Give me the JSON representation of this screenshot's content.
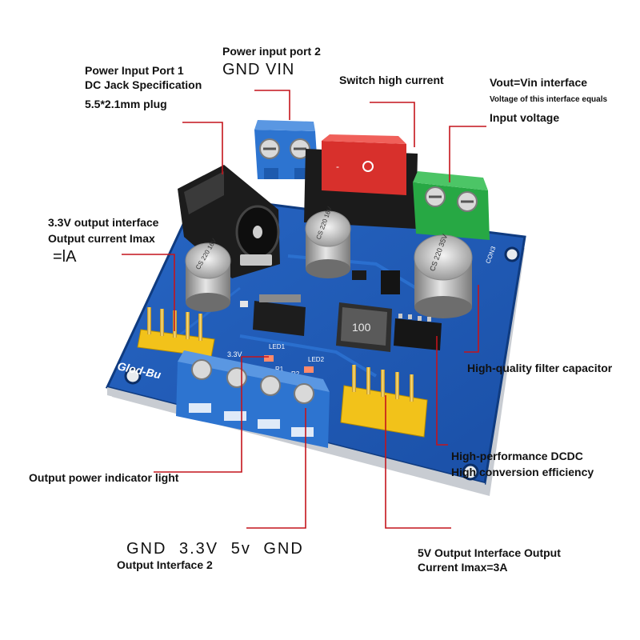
{
  "labels": {
    "port1_title": "Power Input Port 1",
    "port1_spec": "DC Jack Specification",
    "port1_plug": "5.5*2.1mm plug",
    "port2_title": "Power input port 2",
    "port2_pins": "GND VIN",
    "switch": "Switch high current",
    "vout_title": "Vout=Vin interface",
    "vout_note": "Voltage of this interface equals",
    "vout_input": "Input voltage",
    "out33_title": "3.3V output interface",
    "out33_current": "Output current Imax",
    "out33_value": "=lA",
    "filter_cap": "High-quality filter capacitor",
    "dcdc_title": "High-performance DCDC",
    "dcdc_eff": "High conversion efficiency",
    "indicator": "Output power indicator light",
    "out2_pins": "GND 3.3V 5v GND",
    "out2_title": "Output Interface 2",
    "out5v_title": "5V Output Interface Output",
    "out5v_current": "Current Imax=3A"
  },
  "board": {
    "brand": "Glod-Bu",
    "silk_33": "3.3V",
    "silk_led1": "LED1",
    "silk_led2": "LED2",
    "silk_r1": "R1",
    "silk_r2": "R2",
    "cap_left": "CS 220 16V",
    "cap_mid": "CS 220 16V",
    "cap_right": "CS 220 35V",
    "inductor": "100",
    "con3": "CON3"
  },
  "colors": {
    "pcb": "#1e5bb8",
    "pcb_dark": "#174a9c",
    "terminal_blue": "#2d74d0",
    "terminal_green": "#27a844",
    "switch_red": "#d8302c",
    "header_yellow": "#f2c21a",
    "leader_red": "#c4141c"
  }
}
